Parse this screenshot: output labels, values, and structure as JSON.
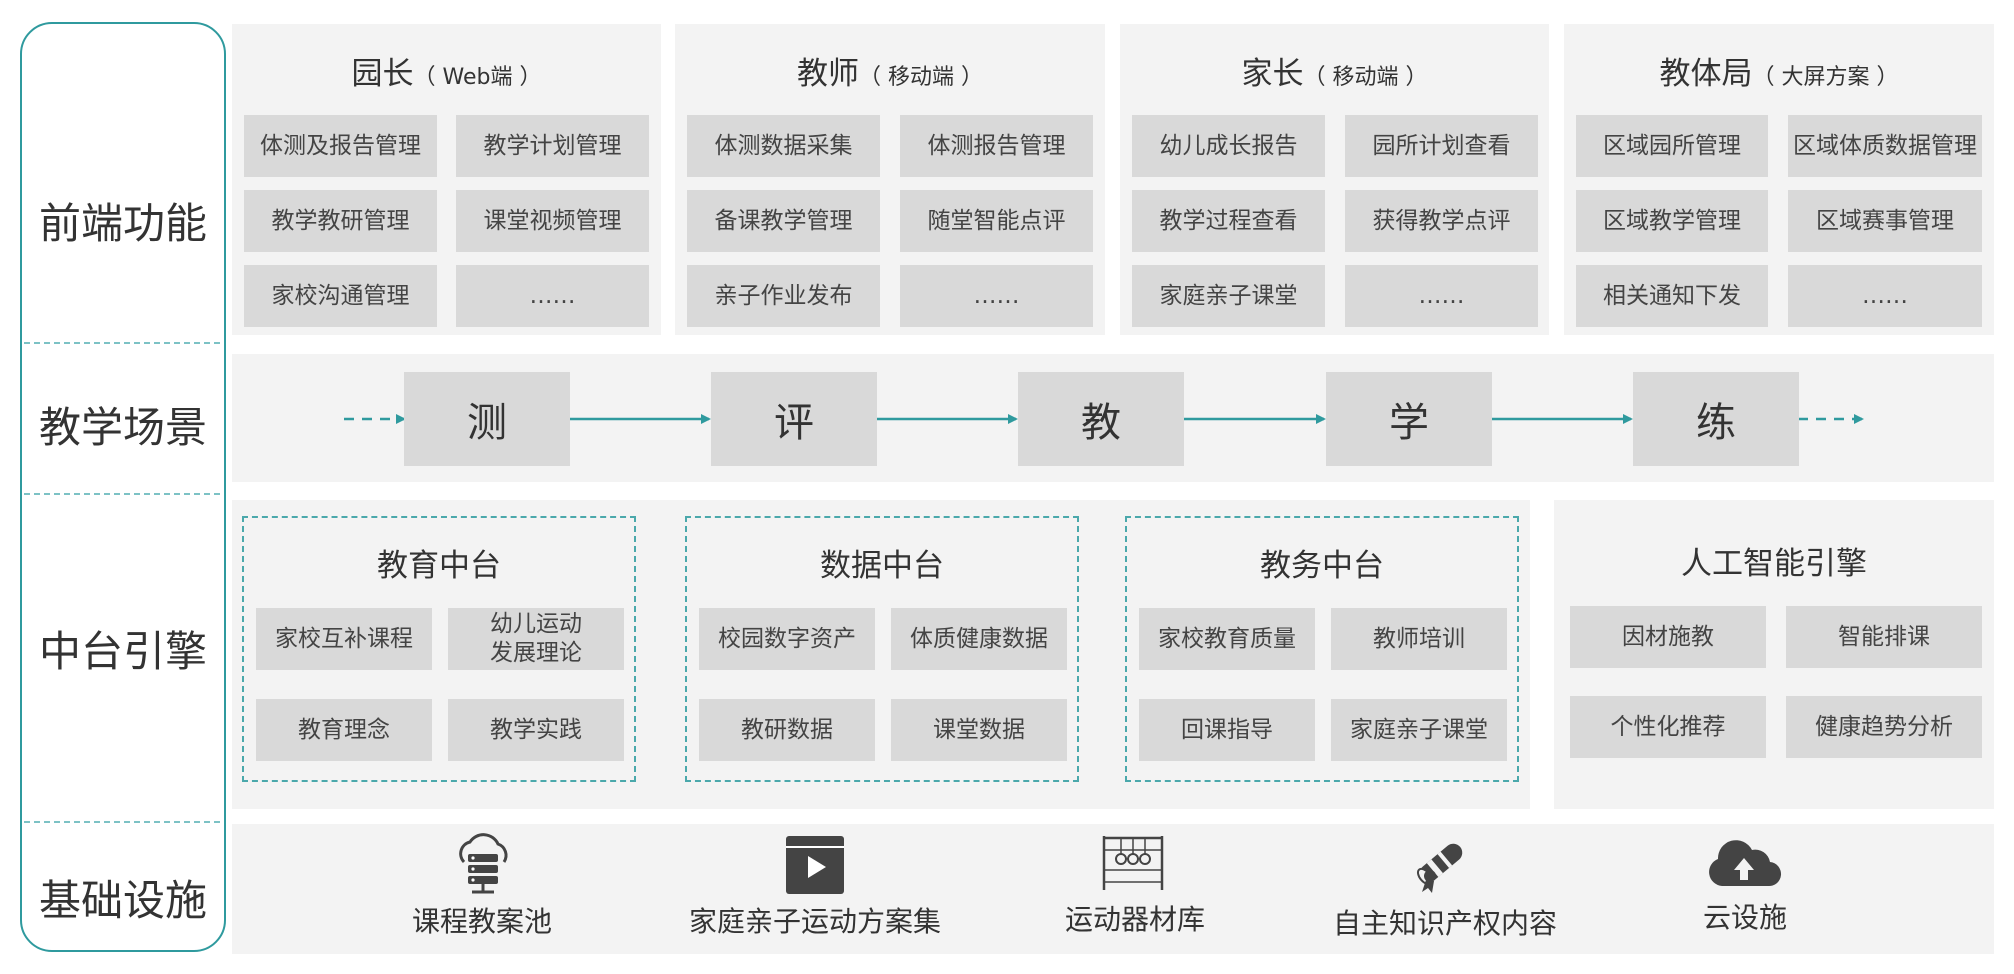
{
  "rows": {
    "frontend": "前端功能",
    "scenes": "教学场景",
    "middle": "中台引擎",
    "infra": "基础设施"
  },
  "frontend_panels": [
    {
      "title": "园长",
      "sub": "（ Web端 ）",
      "cells": [
        "体测及报告管理",
        "教学计划管理",
        "教学教研管理",
        "课堂视频管理",
        "家校沟通管理",
        "……"
      ]
    },
    {
      "title": "教师",
      "sub": "（ 移动端 ）",
      "cells": [
        "体测数据采集",
        "体测报告管理",
        "备课教学管理",
        "随堂智能点评",
        "亲子作业发布",
        "……"
      ]
    },
    {
      "title": "家长",
      "sub": "（ 移动端 ）",
      "cells": [
        "幼儿成长报告",
        "园所计划查看",
        "教学过程查看",
        "获得教学点评",
        "家庭亲子课堂",
        "……"
      ]
    },
    {
      "title": "教体局",
      "sub": "（ 大屏方案 ）",
      "cells": [
        "区域园所管理",
        "区域体质数据管理",
        "区域教学管理",
        "区域赛事管理",
        "相关通知下发",
        "……"
      ]
    }
  ],
  "scenes": [
    "测",
    "评",
    "教",
    "学",
    "练"
  ],
  "middle_panels": [
    {
      "title": "教育中台",
      "cells": [
        "家校互补课程",
        "幼儿运动\n发展理论",
        "教育理念",
        "教学实践"
      ]
    },
    {
      "title": "数据中台",
      "cells": [
        "校园数字资产",
        "体质健康数据",
        "教研数据",
        "课堂数据"
      ]
    },
    {
      "title": "教务中台",
      "cells": [
        "家校教育质量",
        "教师培训",
        "回课指导",
        "家庭亲子课堂"
      ]
    },
    {
      "title": "人工智能引擎",
      "cells": [
        "因材施教",
        "智能排课",
        "个性化推荐",
        "健康趋势分析"
      ]
    }
  ],
  "infra": [
    {
      "label": "课程教案池",
      "icon": "cloud-server-icon"
    },
    {
      "label": "家庭亲子运动方案集",
      "icon": "video-play-icon"
    },
    {
      "label": "运动器材库",
      "icon": "gym-rings-icon"
    },
    {
      "label": "自主知识产权内容",
      "icon": "certificate-scroll-icon"
    },
    {
      "label": "云设施",
      "icon": "cloud-upload-icon"
    }
  ],
  "colors": {
    "accent": "#2f9a9e",
    "panel": "#f3f3f3",
    "cell": "#d9d9d9"
  }
}
